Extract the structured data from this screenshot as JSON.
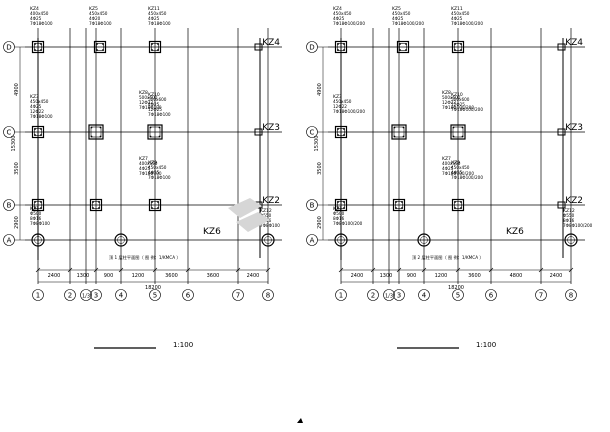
{
  "colors": {
    "background": "#ffffff",
    "line": "#000000",
    "gridline": "#000000",
    "watermark": "#d6d6d6"
  },
  "plans": [
    {
      "id": "left",
      "axes_letters": [
        "D",
        "C",
        "B",
        "A"
      ],
      "axes_numbers": [
        "1",
        "2",
        "1/3",
        "3",
        "4",
        "5",
        "6",
        "7",
        "8"
      ],
      "dims_bottom": [
        "2400",
        "1300",
        "900",
        "1200",
        "3600",
        "3600",
        "2400"
      ],
      "dims_total": "18200",
      "dims_left": [
        "4900",
        "3500",
        "2900"
      ],
      "dims_left_total": "15300",
      "frame_tags": [
        "KZ4",
        "KZ3",
        "KZ2",
        "KZ6"
      ],
      "plan_title": "顶 1 层柱平面图（ 图 例：1/KMCA ）",
      "scale": "1:100",
      "column_notes": [
        {
          "id": "KZ4",
          "lines": [
            "400x450",
            "4Φ25",
            "7Φ18Φ100"
          ]
        },
        {
          "id": "KZ5",
          "lines": [
            "450x450",
            "4Φ20",
            "7Φ18Φ100"
          ]
        },
        {
          "id": "KZ11",
          "lines": [
            "450x450",
            "4Φ25",
            "7Φ18Φ100"
          ]
        },
        {
          "id": "KZ3",
          "lines": [
            "450x450",
            "4Φ25",
            "12Φ22",
            "7Φ18Φ100"
          ]
        },
        {
          "id": "KZ8",
          "lines": [
            "500x600",
            "12Φ22",
            "7Φ18Φ100"
          ]
        },
        {
          "id": "KZ10",
          "lines": [
            "500x600",
            "4Φ25",
            "12Φ25",
            "7Φ18Φ100"
          ]
        },
        {
          "id": "KZ9",
          "lines": [
            "450x450",
            "4Φ25",
            "7Φ18Φ100"
          ]
        },
        {
          "id": "KZ7",
          "lines": [
            "400x550",
            "4Φ25",
            "7Φ18Φ100"
          ]
        },
        {
          "id": "KZ1",
          "lines": [
            "Φ500",
            "8Φ16",
            "7Φ8Φ100"
          ]
        },
        {
          "id": "KZ12",
          "lines": [
            "Φ550",
            "8Φ16",
            "7Φ8Φ100"
          ]
        }
      ]
    },
    {
      "id": "right",
      "axes_letters": [
        "D",
        "C",
        "B",
        "A"
      ],
      "axes_numbers": [
        "1",
        "2",
        "1/3",
        "3",
        "4",
        "5",
        "6",
        "7",
        "8"
      ],
      "dims_bottom": [
        "2400",
        "1300",
        "900",
        "1200",
        "3600",
        "4800",
        "2400"
      ],
      "dims_total": "18200",
      "dims_left": [
        "4900",
        "3500",
        "2900"
      ],
      "dims_left_total": "15300",
      "frame_tags": [
        "KZ4",
        "KZ3",
        "KZ2",
        "KZ6"
      ],
      "plan_title": "顶 2 层柱平面图（ 图 例：1/KMCA ）",
      "scale": "1:100",
      "column_notes": [
        {
          "id": "KZ4",
          "lines": [
            "450x450",
            "4Φ25",
            "7Φ18Φ100/200"
          ]
        },
        {
          "id": "KZ5",
          "lines": [
            "450x450",
            "4Φ25",
            "7Φ18Φ100/200"
          ]
        },
        {
          "id": "KZ11",
          "lines": [
            "450x450",
            "4Φ25",
            "7Φ18Φ100/200"
          ]
        },
        {
          "id": "KZ3",
          "lines": [
            "450x450",
            "12Φ22",
            "7Φ18Φ100/200"
          ]
        },
        {
          "id": "KZ8",
          "lines": [
            "500x600",
            "12Φ22",
            "7Φ18Φ100/200"
          ]
        },
        {
          "id": "KZ10",
          "lines": [
            "500x600",
            "12Φ25",
            "7Φ18Φ100/200"
          ]
        },
        {
          "id": "KZ9",
          "lines": [
            "450x450",
            "4Φ25",
            "7Φ18Φ100/200"
          ]
        },
        {
          "id": "KZ7",
          "lines": [
            "400x550",
            "4Φ25",
            "7Φ18Φ100/200"
          ]
        },
        {
          "id": "KZ1",
          "lines": [
            "Φ500",
            "8Φ16",
            "7Φ8Φ100/200"
          ]
        },
        {
          "id": "KZ12",
          "lines": [
            "Φ550",
            "8Φ16",
            "7Φ8Φ100/200"
          ]
        }
      ]
    }
  ]
}
